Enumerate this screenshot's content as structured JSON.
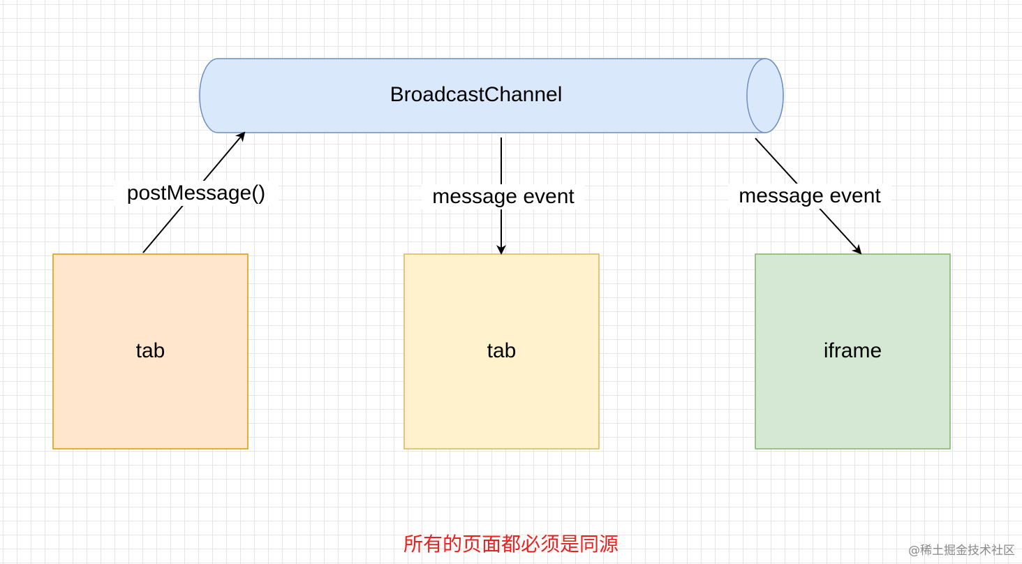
{
  "diagram": {
    "channel": {
      "label": "BroadcastChannel",
      "fill": "#dae8fc",
      "stroke": "#6c8ebf"
    },
    "nodes": [
      {
        "id": "tab-left",
        "label": "tab",
        "fill": "#ffe6cc",
        "stroke": "#d79b00"
      },
      {
        "id": "tab-middle",
        "label": "tab",
        "fill": "#fff2cc",
        "stroke": "#d6b656"
      },
      {
        "id": "iframe",
        "label": "iframe",
        "fill": "#d5e8d4",
        "stroke": "#82b366"
      }
    ],
    "edges": [
      {
        "from": "tab-left",
        "to": "channel",
        "label": "postMessage()"
      },
      {
        "from": "channel",
        "to": "tab-middle",
        "label": "message event"
      },
      {
        "from": "channel",
        "to": "iframe",
        "label": "message event"
      }
    ],
    "note": "所有的页面都必须是同源",
    "note_color": "#e8231f",
    "watermark": "@稀土掘金技术社区"
  }
}
